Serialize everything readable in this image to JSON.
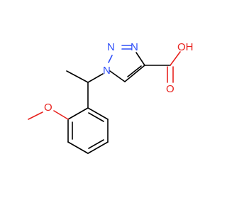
{
  "molecule": {
    "atoms": {
      "n_top_left": {
        "text": "N",
        "color": "#3050F8"
      },
      "n_top_right": {
        "text": "N",
        "color": "#3050F8"
      },
      "n1": {
        "text": "N",
        "color": "#3050F8"
      },
      "oh": {
        "text": "OH",
        "color": "#E8231F"
      },
      "o_carbonyl": {
        "text": "O",
        "color": "#E8231F"
      },
      "o_methoxy": {
        "text": "O",
        "color": "#E8231F"
      }
    }
  }
}
